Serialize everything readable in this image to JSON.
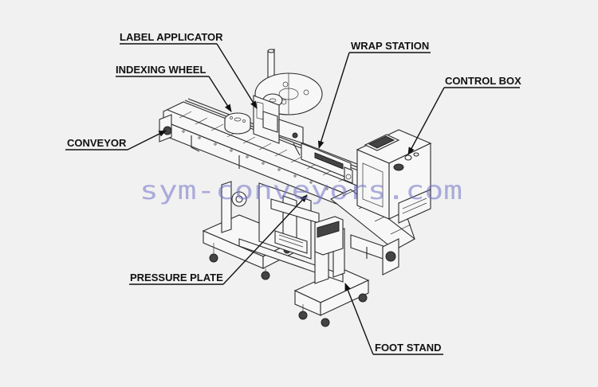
{
  "labels": {
    "label_applicator": "LABEL APPLICATOR",
    "indexing_wheel": "INDEXING WHEEL",
    "wrap_station": "WRAP STATION",
    "control_box": "CONTROL BOX",
    "conveyor": "CONVEYOR",
    "pressure_plate": "PRESSURE PLATE",
    "foot_stand": "FOOT STAND"
  },
  "watermark": "sym-conveyors.com",
  "colors": {
    "background": "#f1f1f1",
    "line": "#2b2b2b",
    "watermark": "#6f6fc8"
  }
}
